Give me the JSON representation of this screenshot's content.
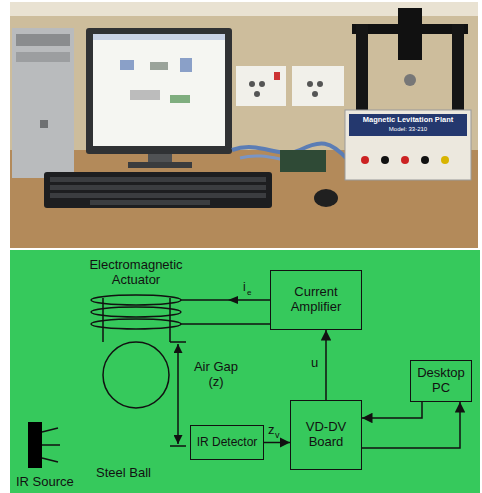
{
  "diagram": {
    "nodes": [
      {
        "text": [
          "Current Amplifier"
        ]
      },
      {
        "text": [
          "Desktop PC"
        ]
      },
      {
        "text": [
          "VD-DV Board"
        ]
      },
      {
        "text": [
          "IR Detector"
        ]
      }
    ],
    "edges": [
      {
        "from": 2,
        "to": 0,
        "arrow": "to",
        "label": "u"
      },
      {
        "from": 1,
        "to": 2,
        "arrow": "to"
      },
      {
        "from": 3,
        "to": 2,
        "arrow": "to"
      },
      {
        "from": 2,
        "to": 1,
        "arrow": "to"
      }
    ],
    "labels": [
      "Magnetic Levitation Plant",
      "Model: 33-210",
      "Electromagnetic Actuator",
      "i",
      "e",
      "Air Gap (z)",
      "z",
      "v",
      "Steel Ball",
      "IR Source"
    ]
  }
}
